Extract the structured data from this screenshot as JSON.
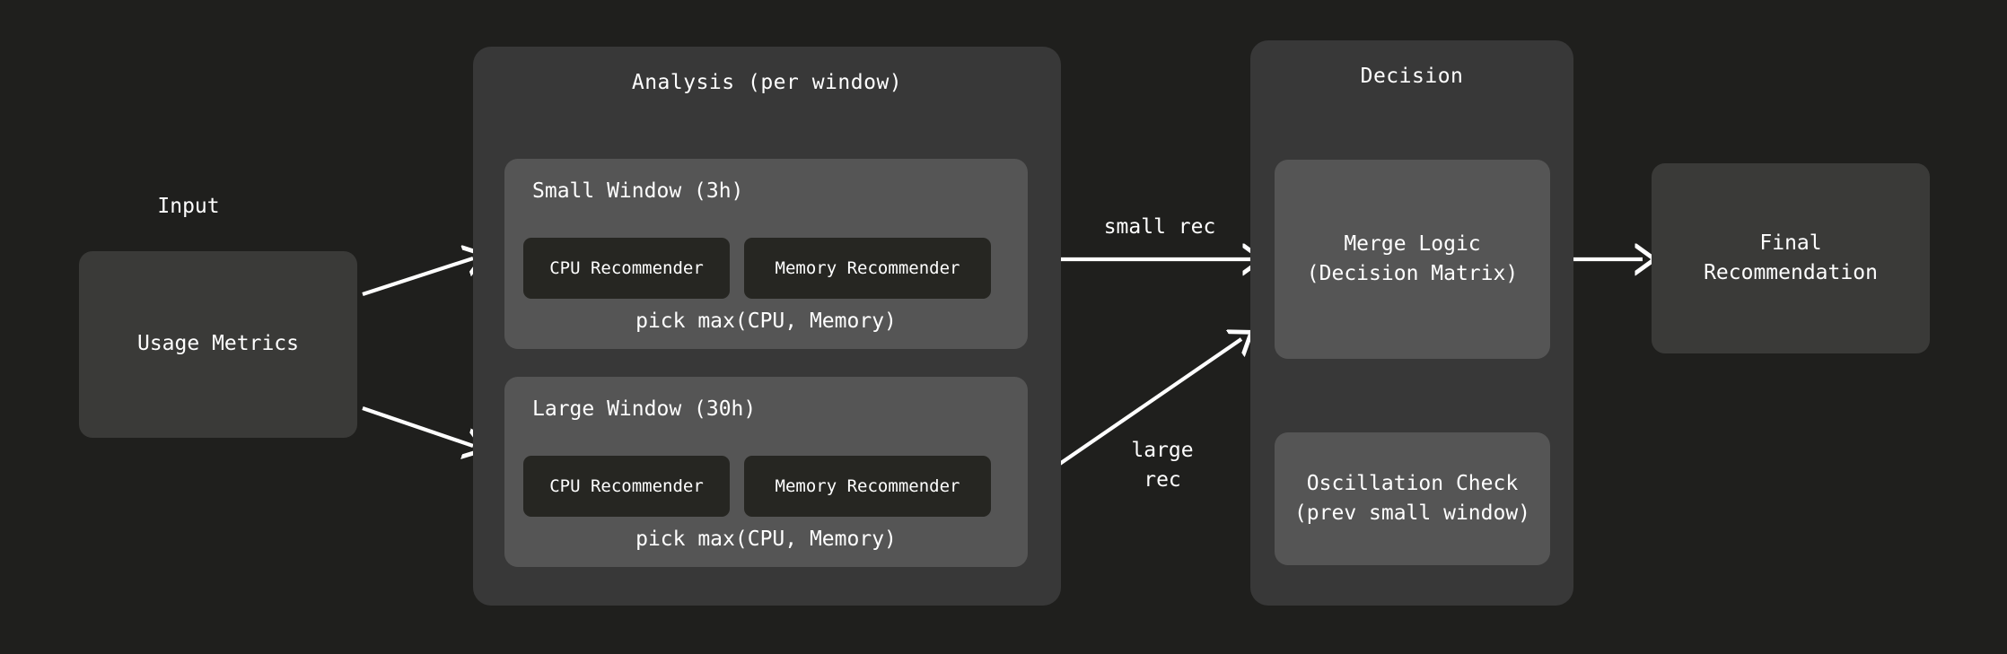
{
  "diagram": {
    "background_color": "#1f1f1d",
    "group_color": "#383838",
    "window_color": "#555555",
    "leaf_color": "#262622",
    "plain_color": "#3a3a38",
    "edge_color": "#ffffff"
  },
  "input": {
    "section_label": "Input",
    "node_label": "Usage Metrics"
  },
  "analysis": {
    "title": "Analysis (per window)",
    "windows": [
      {
        "title": "Small Window (3h)",
        "recommenders": [
          {
            "label": "CPU Recommender"
          },
          {
            "label": "Memory Recommender"
          }
        ],
        "footer": "pick max(CPU, Memory)"
      },
      {
        "title": "Large Window (30h)",
        "recommenders": [
          {
            "label": "CPU Recommender"
          },
          {
            "label": "Memory Recommender"
          }
        ],
        "footer": "pick max(CPU, Memory)"
      }
    ]
  },
  "decision": {
    "title": "Decision",
    "merge_logic": {
      "line1": "Merge Logic",
      "line2": "(Decision Matrix)"
    },
    "oscillation_check": {
      "line1": "Oscillation Check",
      "line2": "(prev small window)"
    }
  },
  "output": {
    "final": {
      "line1": "Final",
      "line2": "Recommendation"
    }
  },
  "edges": [
    {
      "id": "metrics-to-small",
      "label": ""
    },
    {
      "id": "metrics-to-large",
      "label": ""
    },
    {
      "id": "small-to-merge",
      "label": "small rec"
    },
    {
      "id": "large-to-merge",
      "label_line1": "large",
      "label_line2": "rec"
    },
    {
      "id": "merge-to-final",
      "label": ""
    },
    {
      "id": "oscillation-to-merge",
      "label": "",
      "style": "dashed"
    }
  ],
  "edge_labels": {
    "small_rec": "small rec",
    "large_rec_line1": "large",
    "large_rec_line2": "rec"
  }
}
